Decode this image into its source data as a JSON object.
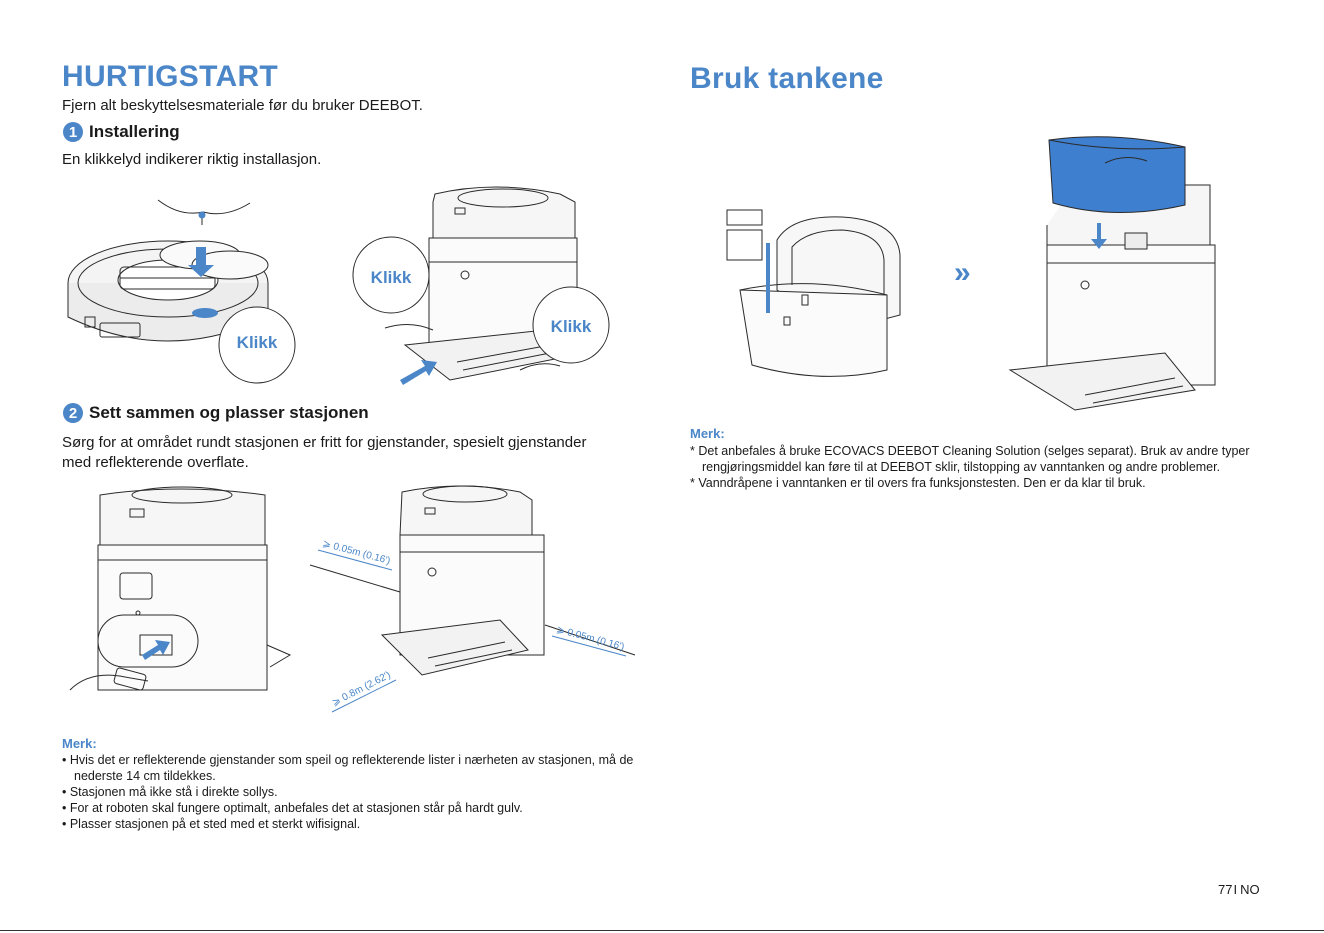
{
  "left": {
    "title": "HURTIGSTART",
    "intro": "Fjern alt beskyttelsesmateriale før du bruker DEEBOT.",
    "step1": {
      "number": "1",
      "title": "Installering",
      "text": "En klikkelyd indikerer riktig installasjon."
    },
    "click_label": "Klikk",
    "step2": {
      "number": "2",
      "title": "Sett sammen og plasser stasjonen",
      "text_line1": "Sørg for at området rundt stasjonen er fritt for gjenstander, spesielt gjenstander",
      "text_line2": "med reflekterende overflate."
    },
    "dimensions": {
      "side": "⩾ 0.05m (0.16')",
      "front": "⩾ 0.8m (2.62')"
    },
    "note_title": "Merk:",
    "notes": [
      "• Hvis det er reflekterende gjenstander som speil og reflekterende lister i nærheten av stasjonen, må de nederste 14 cm tildekkes.",
      "• Stasjonen må ikke stå i direkte sollys.",
      "• For at roboten skal fungere optimalt, anbefales det at stasjonen står på hardt gulv.",
      "• Plasser stasjonen på et sted med et sterkt wifisignal."
    ]
  },
  "right": {
    "title": "Bruk tankene",
    "note_title": "Merk:",
    "notes": [
      "* Det anbefales å bruke ECOVACS DEEBOT Cleaning Solution (selges separat). Bruk av andre typer rengjøringsmiddel kan føre til at DEEBOT sklir, tilstopping av vanntanken og andre problemer.",
      "* Vanndråpene i vanntanken er til overs fra funksjonstesten. Den er da klar til bruk."
    ],
    "arrow_glyph": "»"
  },
  "footer": {
    "page": "77",
    "sep": "I",
    "lang": "NO"
  },
  "colors": {
    "accent": "#4a86c8",
    "tank": "#3f7fd0",
    "line": "#2a2a2a"
  }
}
